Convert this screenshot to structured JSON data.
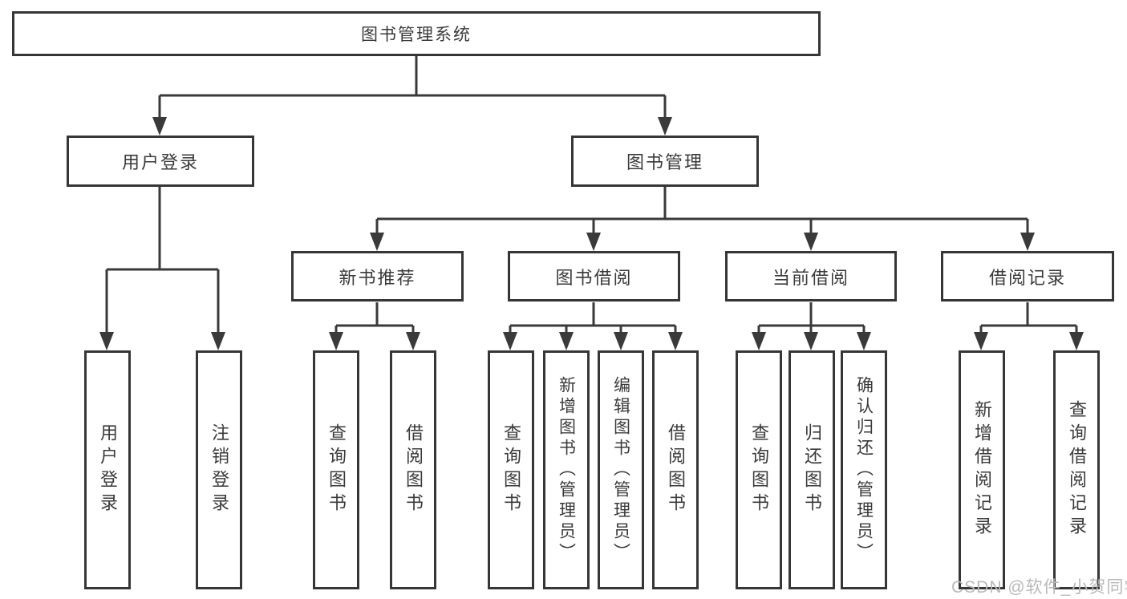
{
  "tree": {
    "root": "图书管理系统",
    "branches": [
      {
        "label": "用户登录",
        "children": [
          "用户登录",
          "注销登录"
        ]
      },
      {
        "label": "图书管理",
        "sections": [
          {
            "label": "新书推荐",
            "children": [
              "查询图书",
              "借阅图书"
            ]
          },
          {
            "label": "图书借阅",
            "children": [
              "查询图书",
              "新增图书（管理员）",
              "编辑图书（管理员）",
              "借阅图书"
            ]
          },
          {
            "label": "当前借阅",
            "children": [
              "查询图书",
              "归还图书",
              "确认归还（管理员）"
            ]
          },
          {
            "label": "借阅记录",
            "children": [
              "新增借阅记录",
              "查询借阅记录"
            ]
          }
        ]
      }
    ]
  },
  "colors": {
    "line": "#3a3a3a",
    "border": "#363636",
    "text": "#3a3a3a",
    "watermark": "#b9b9b9",
    "background": "#ffffff"
  },
  "watermark": {
    "text": "CSDN @软件_小贺同学"
  }
}
